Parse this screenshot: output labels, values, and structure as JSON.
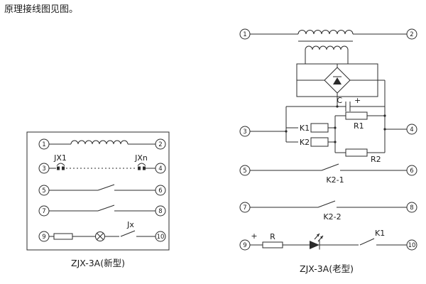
{
  "page": {
    "intro": "原理接线图见图。"
  },
  "left": {
    "caption": "ZJX-3A(新型)",
    "terminals": [
      "1",
      "2",
      "3",
      "4",
      "5",
      "6",
      "7",
      "8",
      "9",
      "10"
    ],
    "labels": {
      "jx1": "JX1",
      "jxn": "JXn",
      "jx": "Jx"
    }
  },
  "right": {
    "caption": "ZJX-3A(老型)",
    "terminals": [
      "1",
      "2",
      "3",
      "4",
      "5",
      "6",
      "7",
      "8",
      "9",
      "10"
    ],
    "labels": {
      "c": "C",
      "c_plus": "+",
      "r1": "R1",
      "k1_coil": "K1",
      "k2_coil": "K2",
      "r2": "R2",
      "k2_1": "K2-1",
      "k2_2": "K2-2",
      "out_plus": "+",
      "r": "R",
      "k1_contact": "K1"
    }
  }
}
